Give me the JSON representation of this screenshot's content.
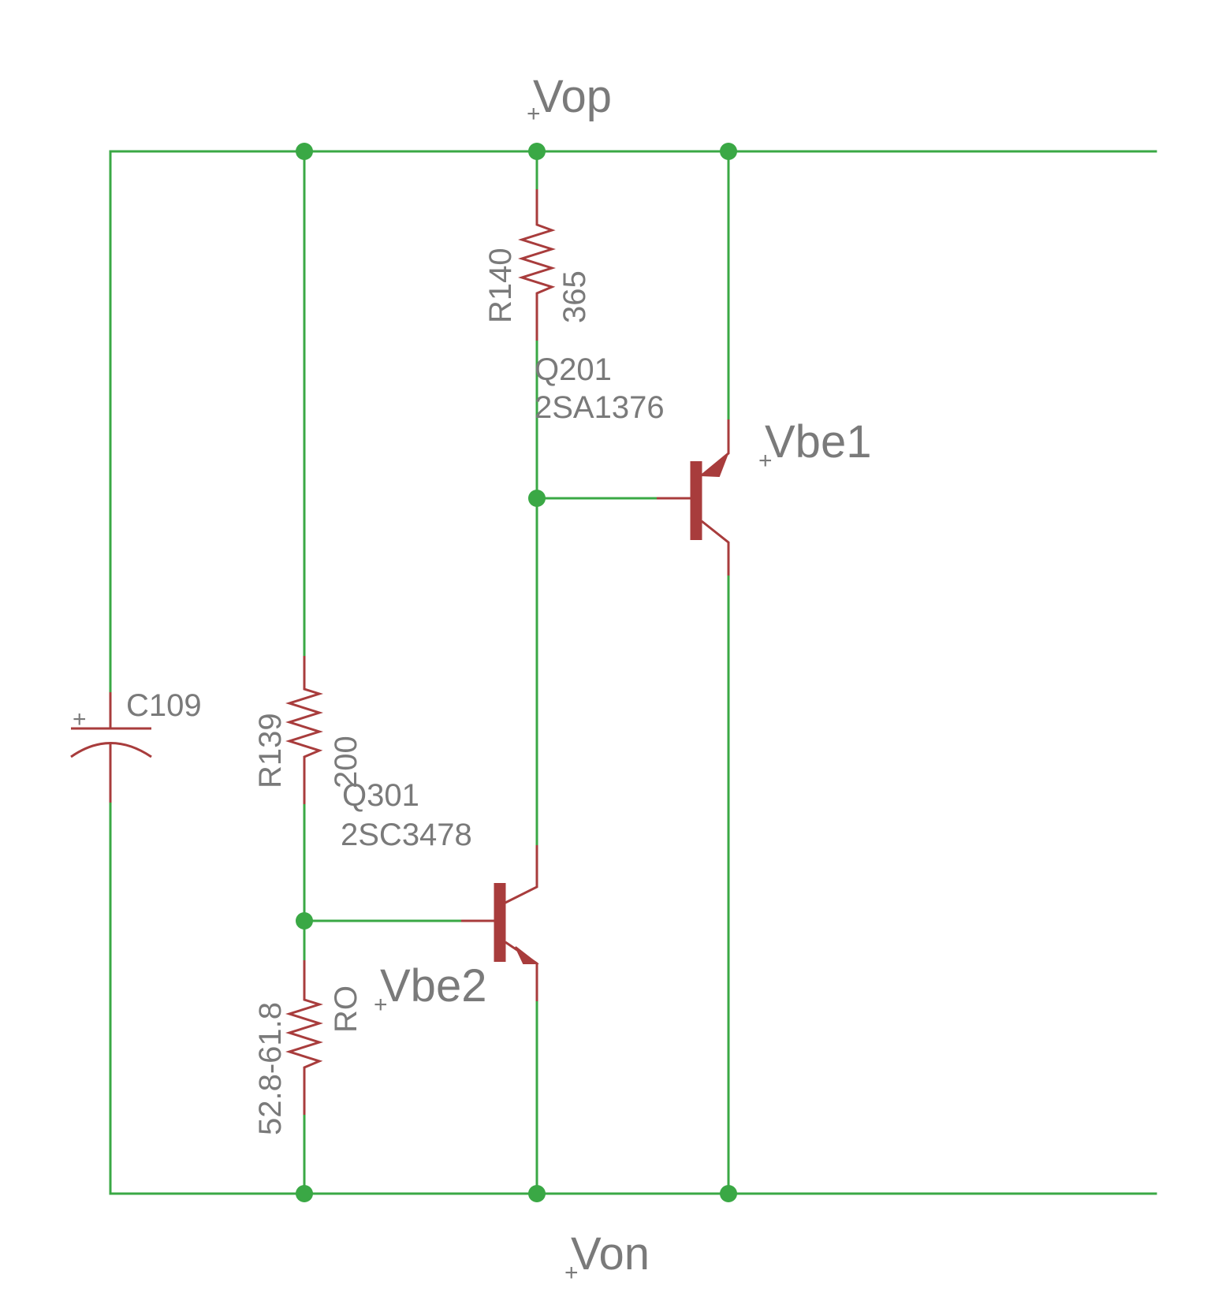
{
  "nets": {
    "vop": "Vop",
    "von": "Von",
    "vbe1": "Vbe1",
    "vbe2": "Vbe2",
    "marker": "+"
  },
  "parts": {
    "c109": {
      "name": "C109",
      "polarity": "+"
    },
    "r139": {
      "name": "R139",
      "value": "200"
    },
    "r140": {
      "name": "R140",
      "value": "365"
    },
    "ro": {
      "name": "RO",
      "value": "52.8-61.8"
    },
    "q201": {
      "name": "Q201",
      "type": "2SA1376"
    },
    "q301": {
      "name": "Q301",
      "type": "2SC3478"
    }
  },
  "colors": {
    "wire": "#3aa845",
    "component": "#a83c3c",
    "label": "#7a7a7a",
    "background": "#ffffff"
  }
}
